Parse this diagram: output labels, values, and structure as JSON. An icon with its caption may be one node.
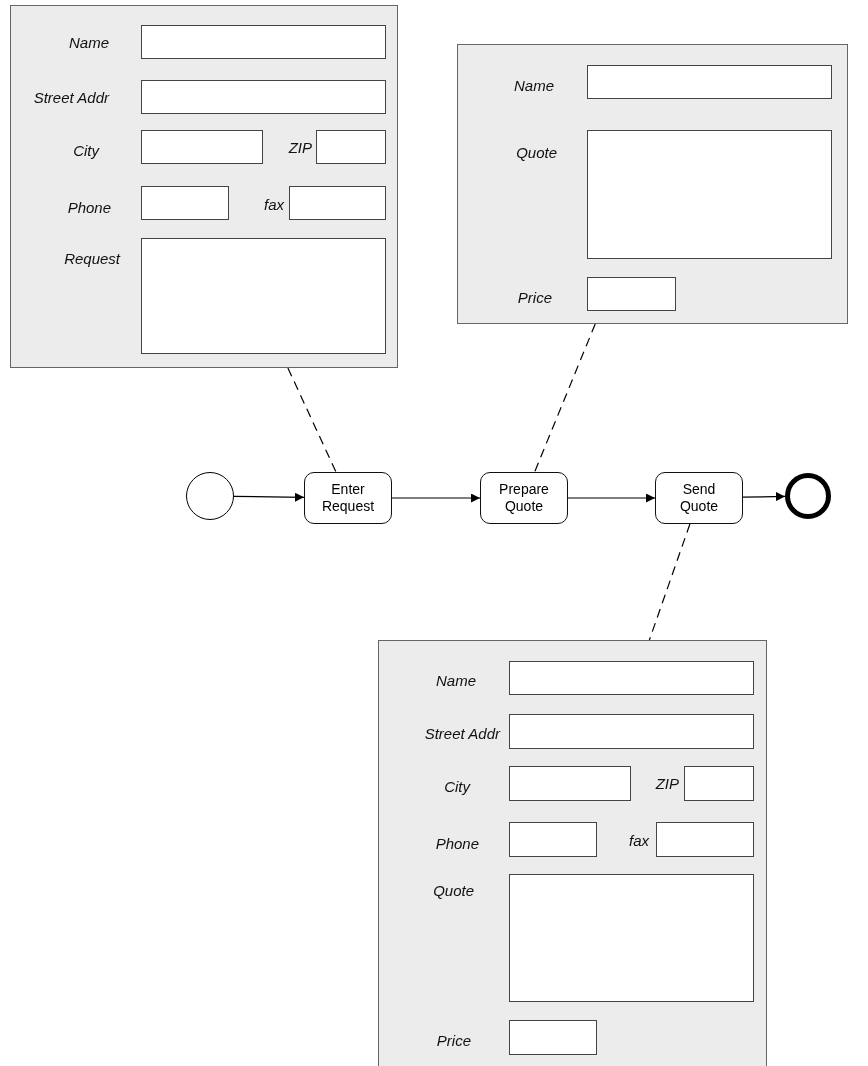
{
  "diagram": {
    "nodes": [
      {
        "text": [
          "Name",
          "Street Addr",
          "City",
          "ZIP",
          "Phone",
          "fax",
          "Request"
        ]
      },
      {
        "text": [
          "Name",
          "Quote",
          "Price"
        ]
      },
      {
        "text": [],
        "shape": "circle"
      },
      {
        "text": [
          "Enter Request"
        ]
      },
      {
        "text": [
          "Prepare Quote"
        ]
      },
      {
        "text": [
          "Send Quote"
        ]
      },
      {
        "text": [],
        "shape": "circle"
      },
      {
        "text": [
          "Name",
          "Street Addr",
          "City",
          "ZIP",
          "Phone",
          "fax",
          "Quote",
          "Price"
        ]
      }
    ],
    "edges": [
      {
        "from": 2,
        "to": 3,
        "arrow": "to"
      },
      {
        "from": 3,
        "to": 4,
        "arrow": "to"
      },
      {
        "from": 4,
        "to": 5,
        "arrow": "to"
      },
      {
        "from": 5,
        "to": 6,
        "arrow": "to"
      },
      {
        "from": 0,
        "to": 3,
        "arrow": "none",
        "style": "dashed"
      },
      {
        "from": 1,
        "to": 4,
        "arrow": "none",
        "style": "dashed"
      },
      {
        "from": 5,
        "to": 7,
        "arrow": "none",
        "style": "dashed"
      }
    ]
  }
}
